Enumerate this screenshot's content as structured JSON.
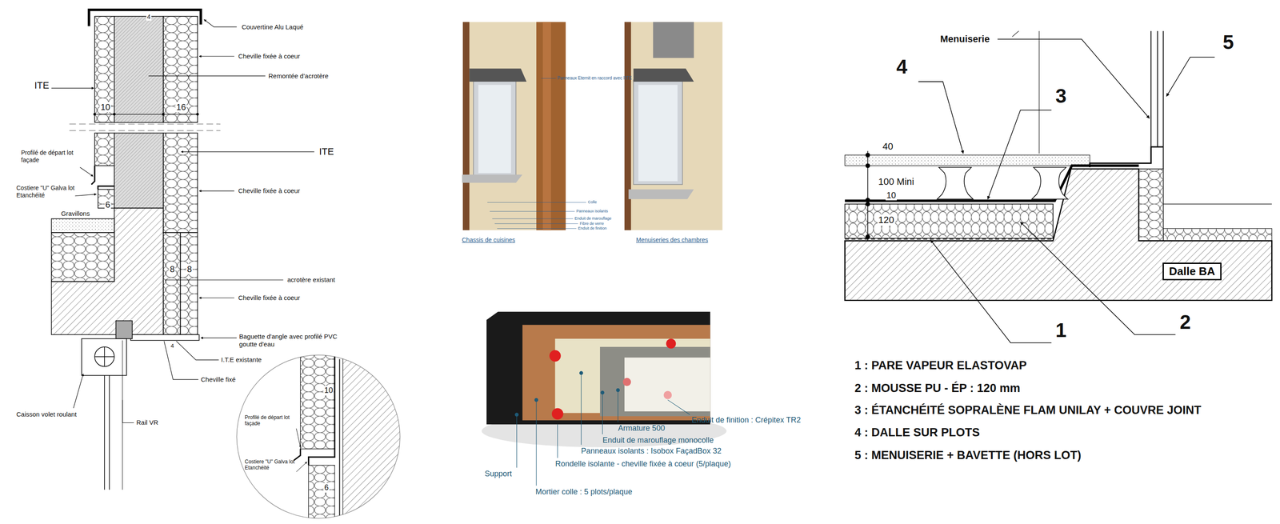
{
  "diagram": {
    "nodes": [
      {
        "text": [
          "Dalle BA"
        ]
      }
    ],
    "labels": [
      "4",
      "Couvertine Alu Laqué",
      "Cheville fixée à coeur",
      "ITE",
      "Remontée d'acrotère",
      "10",
      "16",
      "ITE",
      "Profilé de départ lot façade",
      "Costiere \"U\" Galva lot Etanchéité",
      "Cheville fixée à coeur",
      "6",
      "Gravillons",
      "8",
      "8",
      "acrotère existant",
      "Cheville fixée à coeur",
      "Baguette d'angle avec profilé PVC goutte d'eau",
      "4",
      "I.T.E existante",
      "Cheville fixé",
      "Caisson volet roulant",
      "Rail VR",
      "10",
      "Profilé de départ lot façade",
      "Costiere \"U\" Galva lot Etanchéité",
      "6",
      "Panneaux Eternit en raccord avec l'ITE",
      "Colle",
      "Panneaux isolants",
      "Enduit de marouflage",
      "Fibre de verre",
      "Enduit de finition",
      "Chassis de cuisines",
      "Menuiseries des chambres",
      "Enduit de finition : Crépitex TR2",
      "Armature 500",
      "Enduit de marouflage monocolle",
      "Panneaux isolants : Isobox FaçadBox 32",
      "Rondelle isolante - cheville fixée à coeur (5/plaque)",
      "Support",
      "Mortier colle : 5 plots/plaque",
      "Menuiserie",
      "5",
      "4",
      "3",
      "40",
      "100 Mini",
      "10",
      "120",
      "1",
      "2",
      "1 : PARE VAPEUR ELASTOVAP",
      "2 : MOUSSE PU - ÉP : 120 mm",
      "3 : ÉTANCHÉITÉ SOPRALÈNE FLAM UNILAY + COUVRE JOINT",
      "4 : DALLE SUR PLOTS",
      "5 : MENUISERIE + BAVETTE (HORS LOT)"
    ]
  }
}
